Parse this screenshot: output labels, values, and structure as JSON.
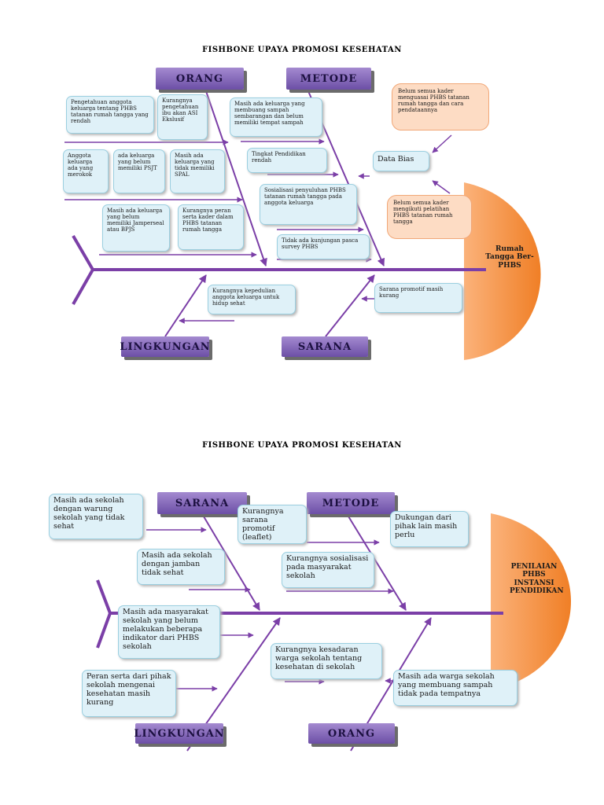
{
  "diagram1": {
    "title": "FISHBONE UPAYA PROMOSI KESEHATAN",
    "head": "Rumah Tangga Ber-PHBS",
    "categories": {
      "orang": "ORANG",
      "metode": "METODE",
      "lingkungan": "LINGKUNGAN",
      "sarana": "SARANA"
    },
    "causes": [
      "Pengetahuan anggota keluarga tentang PHBS tatanan rumah tangga yang rendah",
      "Kurangnya pengetahuan ibu akan ASI Ekslusif",
      "Masih ada keluarga yang membuang sampah sembarangan dan belum memiliki tempat sampah",
      "Anggota keluarga ada yang merokok",
      "ada keluarga yang belum memiliki PSJT",
      "Masih ada keluarga yang tidak memiliki SPAL",
      "Tingkat Pendidikan rendah",
      "Sosialisasi penyuluhan PHBS tatanan rumah tangga pada anggota keluarga",
      "Masih ada keluarga yang belum memiliki Jamperseal atau BPJS",
      "Kurangnya peran serta kader dalam PHBS tatanan rumah tangga",
      "Tidak ada kunjungan pasca survey PHBS",
      "Kurangnya kepedulian anggota keluarga untuk hidup sehat",
      "Sarana promotif masih kurang"
    ],
    "data_bias": "Data Bias",
    "notes": [
      "Belum semua kader menguasai PHBS tatanan rumah tangga dan cara pendataannya",
      "Belum semua kader mengikuti pelatihan PHBS tatanan rumah tangga"
    ]
  },
  "diagram2": {
    "title": "FISHBONE UPAYA PROMOSI KESEHATAN",
    "head": "PENILAIAN PHBS INSTANSI PENDIDIKAN",
    "categories": {
      "sarana": "SARANA",
      "metode": "METODE",
      "lingkungan": "LINGKUNGAN",
      "orang": "ORANG"
    },
    "causes": [
      "Masih ada sekolah dengan warung sekolah yang tidak sehat",
      "Kurangnya sarana promotif (leaflet)",
      "Dukungan dari pihak lain masih perlu",
      "Masih ada sekolah dengan jamban tidak sehat",
      "Kurangnya sosialisasi pada masyarakat sekolah",
      "Masih ada masyarakat sekolah yang belum melakukan beberapa indikator dari PHBS sekolah",
      "Kurangnya kesadaran warga sekolah tentang kesehatan di sekolah",
      "Peran serta dari pihak sekolah mengenai kesehatan masih kurang",
      "Masih ada warga sekolah yang membuang sampah tidak pada tempatnya"
    ]
  },
  "colors": {
    "spine": "#7b3fa7",
    "category_fill": "#7d62b4",
    "cause_fill": "#dff1f8",
    "head_fill": "#f48e3e",
    "note_fill": "#fddcc4"
  }
}
